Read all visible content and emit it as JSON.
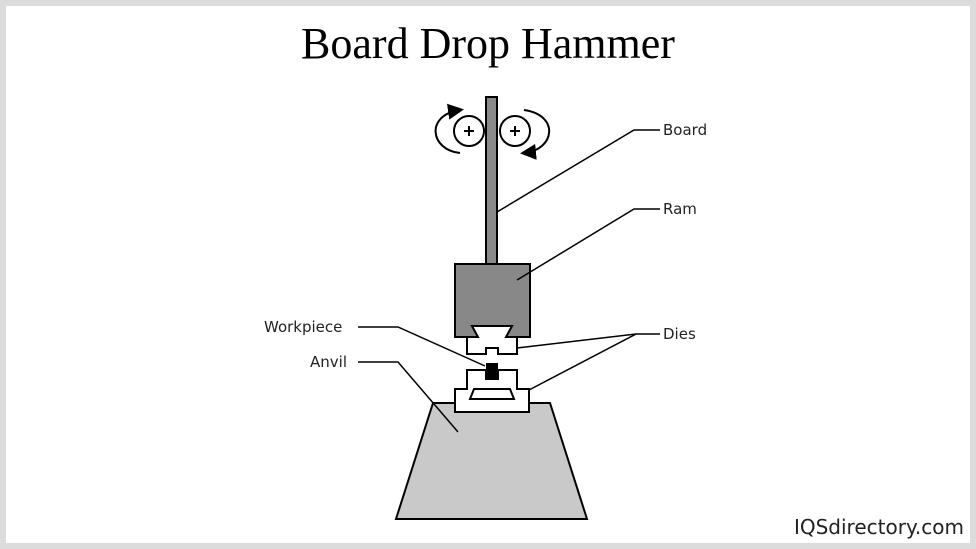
{
  "title": "Board Drop Hammer",
  "labels": {
    "board": "Board",
    "ram": "Ram",
    "dies": "Dies",
    "workpiece": "Workpiece",
    "anvil": "Anvil"
  },
  "brand": "IQSdirectory.com",
  "colors": {
    "board": "#8a8a8a",
    "ram": "#888888",
    "anvil": "#c9c9c9",
    "workpiece": "#000000"
  }
}
